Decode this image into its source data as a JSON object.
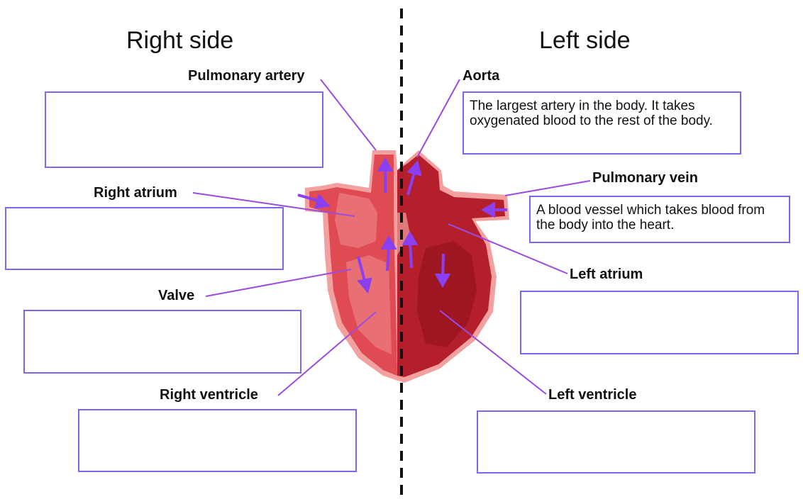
{
  "titles": {
    "right": "Right side",
    "left": "Left side"
  },
  "labels": {
    "pulmonary_artery": "Pulmonary artery",
    "right_atrium": "Right atrium",
    "valve": "Valve",
    "right_ventricle": "Right ventricle",
    "aorta": "Aorta",
    "pulmonary_vein": "Pulmonary vein",
    "left_atrium": "Left atrium",
    "left_ventricle": "Left ventricle"
  },
  "answers": {
    "pulmonary_artery": "",
    "right_atrium": "",
    "valve": "",
    "right_ventricle": "",
    "aorta": "The largest artery in the body. It takes oxygenated blood to the rest of the body.",
    "pulmonary_vein": "A blood vessel which takes blood from the body into the heart.",
    "left_atrium": "",
    "left_ventricle": ""
  },
  "colors": {
    "box_border": "#7b68ee",
    "leader_line": "#9b4be0",
    "arrow": "#8a3ff0",
    "heart_right": "#e04a52",
    "heart_right_light": "#e87075",
    "heart_left": "#b51e2b",
    "heart_outline": "#f2a0a0",
    "divider": "#111111"
  }
}
